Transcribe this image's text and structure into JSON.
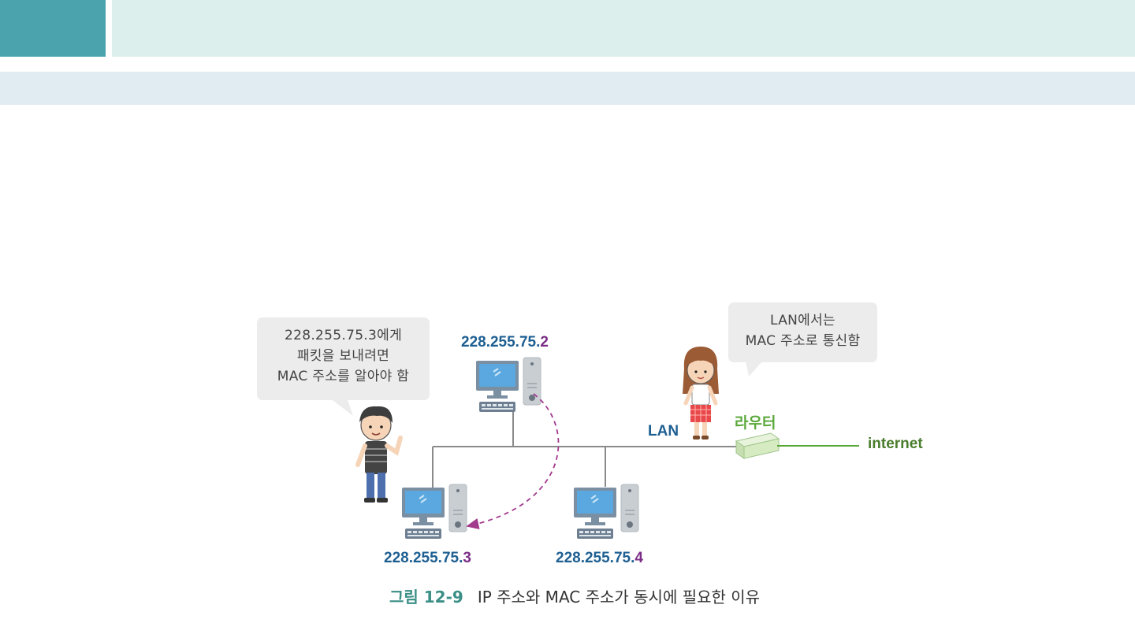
{
  "bubbles": {
    "left": [
      "228.255.75.3에게",
      "패킷을 보내려면",
      "MAC 주소를 알아야 함"
    ],
    "right": [
      "LAN에서는",
      "MAC 주소로 통신함"
    ]
  },
  "hosts": {
    "top": {
      "prefix": "228.255.75.",
      "last": "2"
    },
    "left": {
      "prefix": "228.255.75.",
      "last": "3"
    },
    "right": {
      "prefix": "228.255.75.",
      "last": "4"
    }
  },
  "labels": {
    "lan": "LAN",
    "router": "라우터",
    "internet": "internet"
  },
  "caption": {
    "number": "그림 12-9",
    "text": "IP 주소와 MAC 주소가 동시에 필요한 이유"
  },
  "colors": {
    "top_block": "#4aa3ad",
    "top_band": "#dcefec",
    "sub_band": "#e0ecf1",
    "ip_text": "#1e5f92",
    "ip_last_octet": "#7b2d86",
    "network_line": "#8a8a8a",
    "router_green": "#5aa83a",
    "dashed_arrow": "#a23a8e"
  }
}
